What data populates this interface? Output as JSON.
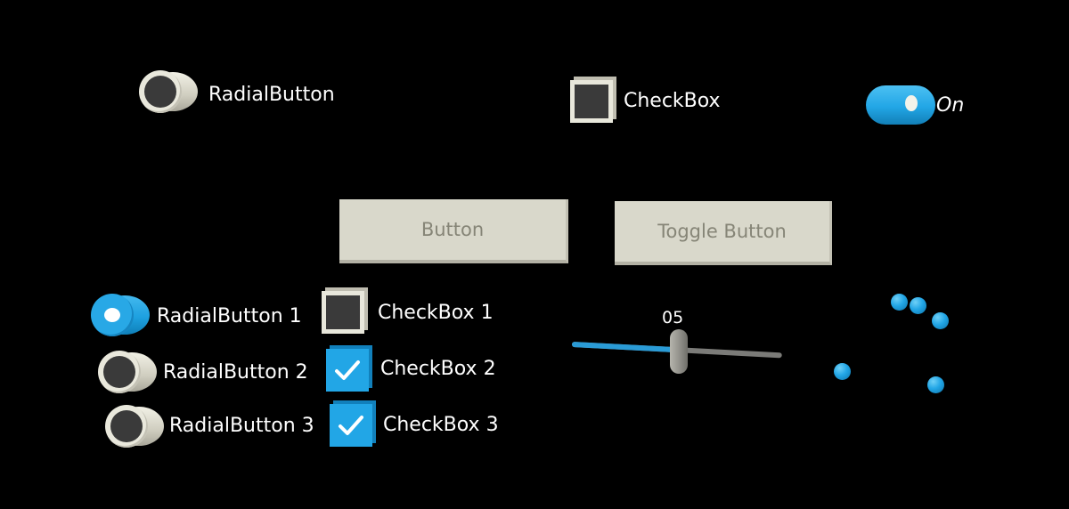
{
  "top_row": {
    "radial_label": "RadialButton",
    "checkbox_label": "CheckBox",
    "switch_label": "On"
  },
  "buttons": {
    "button_label": "Button",
    "toggle_button_label": "Toggle Button"
  },
  "radial_group": {
    "items": [
      {
        "label": "RadialButton 1",
        "selected": true
      },
      {
        "label": "RadialButton 2",
        "selected": false
      },
      {
        "label": "RadialButton 3",
        "selected": false
      }
    ]
  },
  "checkbox_group": {
    "items": [
      {
        "label": "CheckBox 1",
        "checked": false
      },
      {
        "label": "CheckBox 2",
        "checked": true
      },
      {
        "label": "CheckBox 3",
        "checked": true
      }
    ]
  },
  "slider": {
    "value_text": "05",
    "fraction": 0.5
  },
  "colors": {
    "accent": "#22a6e6",
    "background": "#000000",
    "button_face": "#d9d8cb",
    "button_text": "#868577"
  }
}
